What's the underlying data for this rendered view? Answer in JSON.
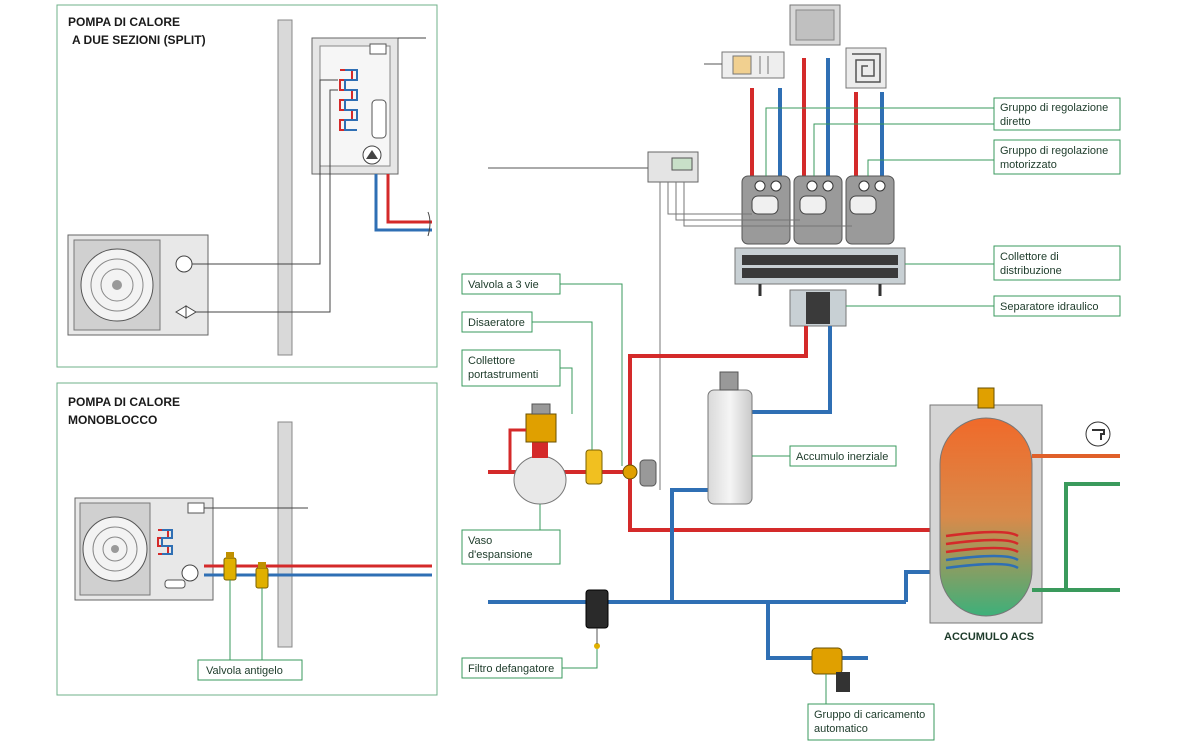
{
  "panels": {
    "split_title_line1": "POMPA DI CALORE",
    "split_title_line2": "A DUE SEZIONI (SPLIT)",
    "mono_title_line1": "POMPA DI CALORE",
    "mono_title_line2": "MONOBLOCCO"
  },
  "labels": {
    "gruppo_diretto_1": "Gruppo di regolazione",
    "gruppo_diretto_2": "diretto",
    "gruppo_motorizzato_1": "Gruppo di regolazione",
    "gruppo_motorizzato_2": "motorizzato",
    "collettore_1": "Collettore di",
    "collettore_2": "distribuzione",
    "separatore": "Separatore idraulico",
    "valvola3vie": "Valvola a 3 vie",
    "disaeratore": "Disaeratore",
    "collettore_port_1": "Collettore",
    "collettore_port_2": "portastrumenti",
    "accumulo_inerziale": "Accumulo inerziale",
    "vaso_1": "Vaso",
    "vaso_2": "d'espansione",
    "filtro": "Filtro defangatore",
    "caricamento_1": "Gruppo di caricamento",
    "caricamento_2": "automatico",
    "valvola_antigelo": "Valvola antigelo",
    "accumulo_acs": "ACCUMULO ACS"
  },
  "colors": {
    "hot_pipe": "#d42a2a",
    "cold_pipe": "#2f6fb4",
    "label_border": "#3a9a5c",
    "leader": "#3a9a5c",
    "panel_border": "#6fb08a"
  },
  "icons": [
    "fan-icon",
    "pump-icon",
    "valve-icon",
    "tap-icon",
    "floor-heating-icon",
    "radiator-icon",
    "fan-coil-icon"
  ]
}
